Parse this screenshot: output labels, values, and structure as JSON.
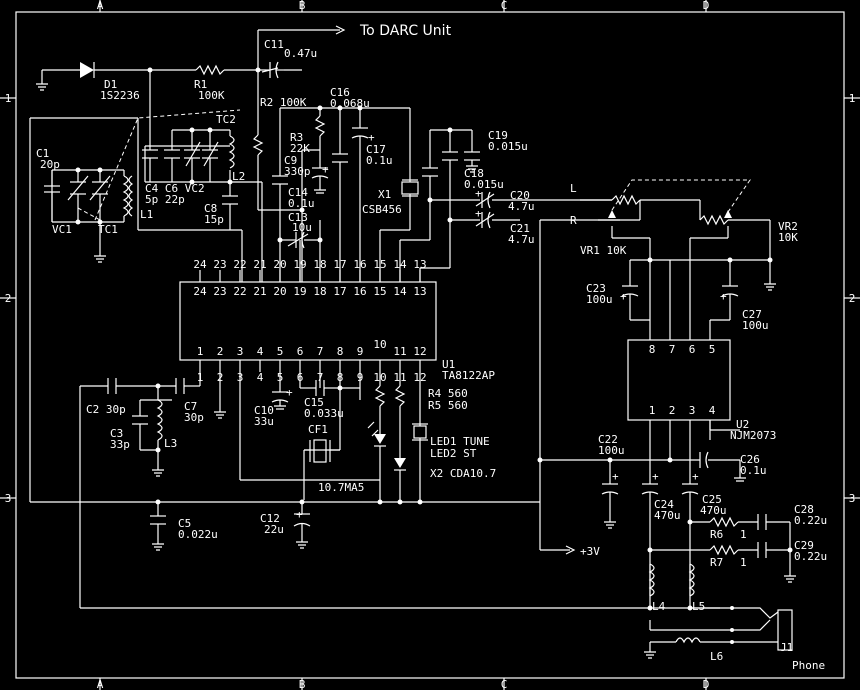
{
  "border": {
    "cols_top": [
      "A",
      "B",
      "C",
      "D"
    ],
    "cols_bottom": [
      "A",
      "B",
      "C",
      "D"
    ],
    "rows_left": [
      "1",
      "2",
      "3"
    ],
    "rows_right": [
      "1",
      "2",
      "3"
    ]
  },
  "ic1": {
    "ref": "U1",
    "part": "TA8122AP",
    "top_pins_outer": [
      "24",
      "23",
      "22",
      "21",
      "20",
      "19",
      "18",
      "17",
      "16",
      "15",
      "14",
      "13"
    ],
    "top_pins_inner": [
      "24",
      "23",
      "22",
      "21",
      "20",
      "19",
      "18",
      "17",
      "16",
      "15",
      "14",
      "13"
    ],
    "bottom_pins_inner": [
      "1",
      "2",
      "3",
      "4",
      "5",
      "6",
      "7",
      "8",
      "9",
      "10",
      "11",
      "12"
    ],
    "bottom_pins_outer": [
      "1",
      "2",
      "3",
      "4",
      "5",
      "6",
      "7",
      "8",
      "9",
      "10",
      "11",
      "12"
    ]
  },
  "ic2": {
    "ref": "U2",
    "part": "NJM2073",
    "top_pins": [
      "8",
      "7",
      "6",
      "5"
    ],
    "bottom_pins": [
      "1",
      "2",
      "3",
      "4"
    ]
  },
  "labels": {
    "to_darc": "To DARC Unit",
    "plus3v": "+3V",
    "l": "L",
    "r": "R",
    "phone": "Phone"
  },
  "components": {
    "c11": [
      "C11",
      "0.47u"
    ],
    "d1": [
      "D1",
      "1S2236"
    ],
    "r1": [
      "R1",
      "100K"
    ],
    "r2": "R2 100K",
    "c16": "C16",
    "c16v": "0.068u",
    "tc2": "TC2",
    "r3": [
      "R3",
      "22K"
    ],
    "c17": [
      "C17",
      "0.1u"
    ],
    "c19": [
      "C19",
      "0.015u"
    ],
    "c1": [
      "C1",
      "20p"
    ],
    "l2": "L2",
    "c9": [
      "C9",
      "330p"
    ],
    "c14": [
      "C14",
      "0.1u"
    ],
    "c18": [
      "C18",
      "0.015u"
    ],
    "c4c6": "C4 C6 VC2",
    "c4c6v": "5p 22p",
    "x1": [
      "X1",
      "CSB456"
    ],
    "c20": [
      "C20",
      "4.7u"
    ],
    "c21": [
      "C21",
      "4.7u"
    ],
    "c8": [
      "C8",
      "15p"
    ],
    "c13": [
      "C13",
      "10u"
    ],
    "l1": "L1",
    "vc1": "VC1",
    "tc1": "TC1",
    "vr1": "VR1 10K",
    "vr2": [
      "VR2",
      "10K"
    ],
    "c23": [
      "C23",
      "100u"
    ],
    "c27": [
      "C27",
      "100u"
    ],
    "c2": "C2 30p",
    "c7": [
      "C7",
      "30p"
    ],
    "c10": [
      "C10",
      "33u"
    ],
    "c15": [
      "C15",
      "0.033u"
    ],
    "r4": "R4 560",
    "r5": "R5 560",
    "c3": [
      "C3",
      "33p"
    ],
    "l3": "L3",
    "cf1": "CF1",
    "cf1v": "10.7MA5",
    "led1": "LED1 TUNE",
    "led2": "LED2 ST",
    "x2": "X2  CDA10.7",
    "c22": [
      "C22",
      "100u"
    ],
    "c26": [
      "C26",
      "0.1u"
    ],
    "c24": [
      "C24",
      "470u"
    ],
    "c25": [
      "C25",
      "470u"
    ],
    "c28": [
      "C28",
      "0.22u"
    ],
    "c29": [
      "C29",
      "0.22u"
    ],
    "r6": [
      "R6",
      "1"
    ],
    "r7": [
      "R7",
      "1"
    ],
    "c5": [
      "C5",
      "0.022u"
    ],
    "c12": [
      "C12",
      "22u"
    ],
    "l4": "L4",
    "l5": "L5",
    "l6": "L6",
    "j1": "J1"
  }
}
